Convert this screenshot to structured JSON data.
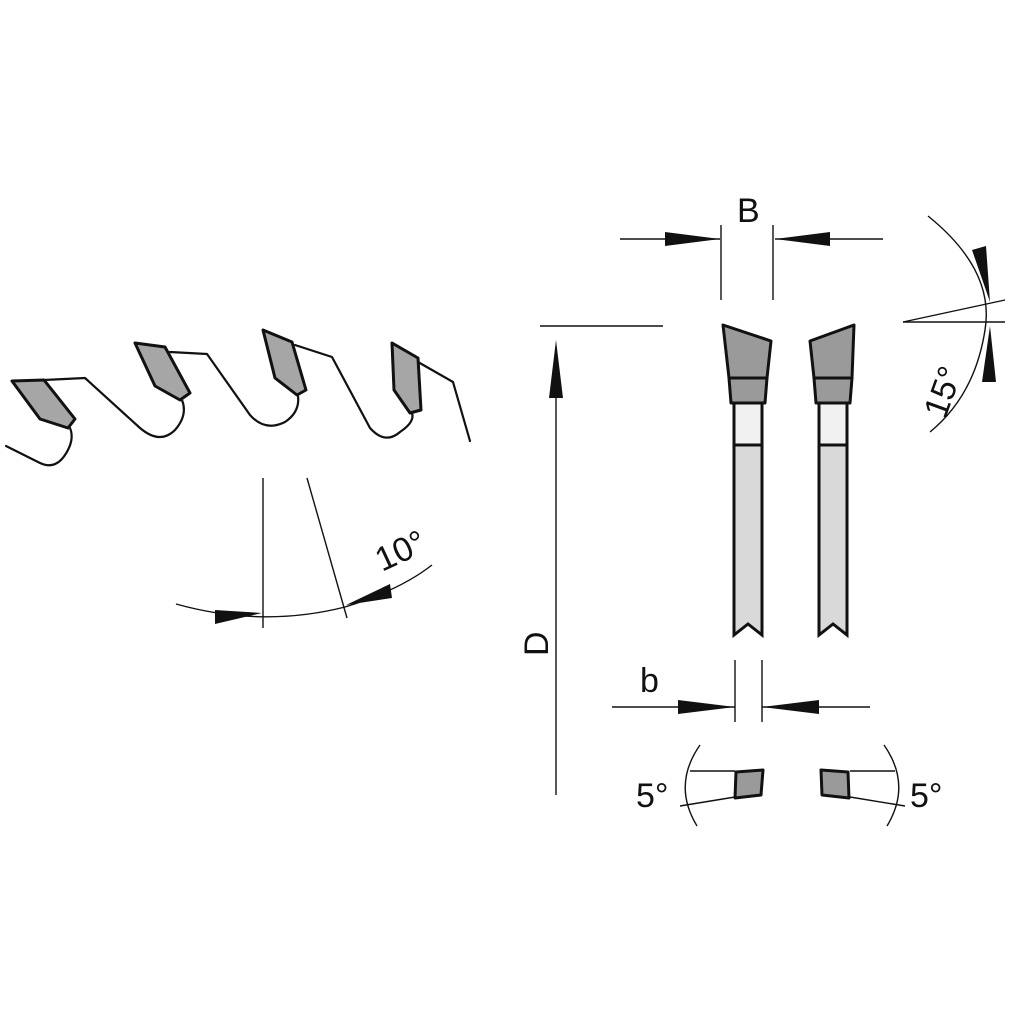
{
  "labels": {
    "width_B": "B",
    "diameter_D": "D",
    "body_b": "b",
    "hook_angle": "10°",
    "top_bevel_angle": "15°",
    "side_angle_left": "5°",
    "side_angle_right": "5°"
  },
  "colors": {
    "line": "#111111",
    "carbide": "#a6a6a6",
    "body": "#d9d9d9",
    "background": "#ffffff"
  }
}
